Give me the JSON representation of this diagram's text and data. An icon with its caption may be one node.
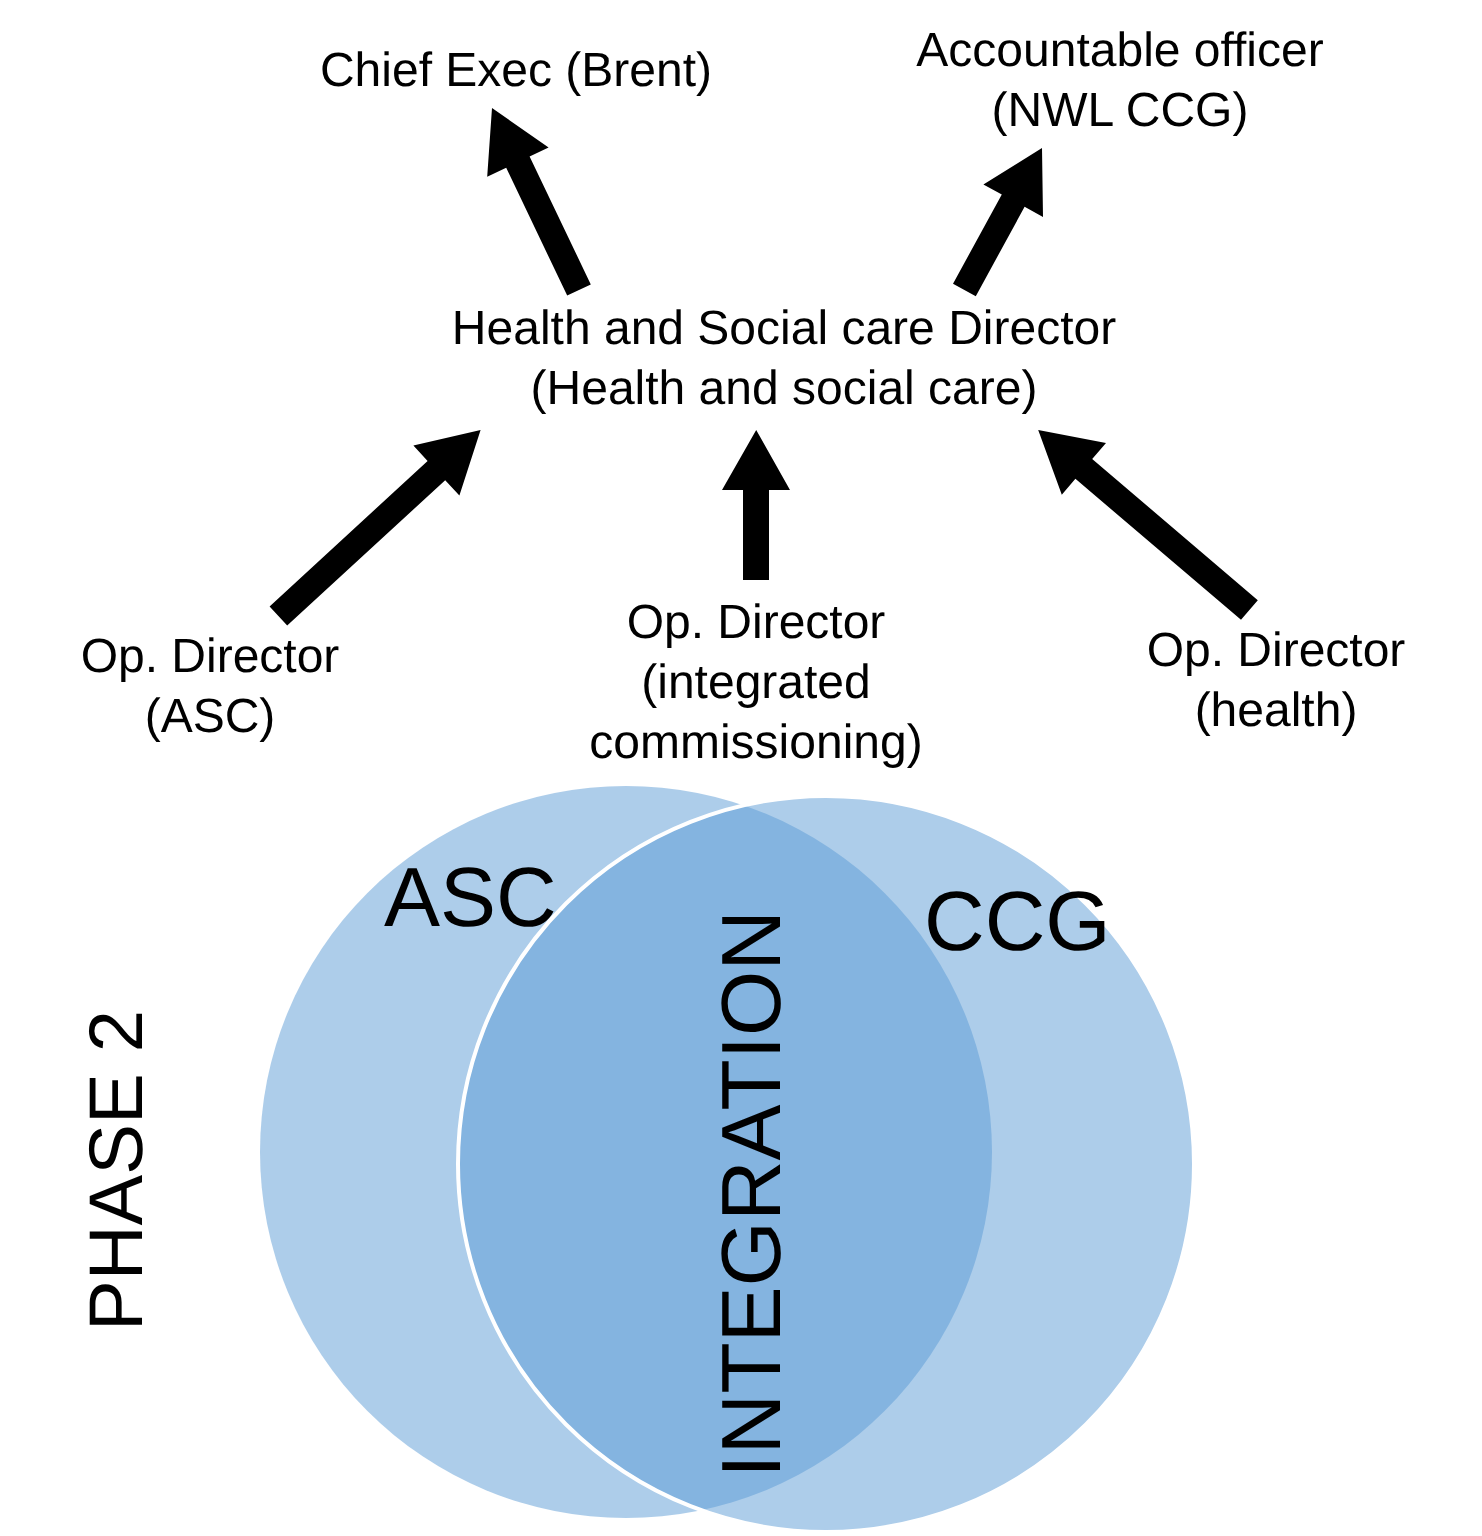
{
  "diagram": {
    "nodes": [
      {
        "text": [
          "Chief Exec (Brent)"
        ]
      },
      {
        "text": [
          "Accountable officer (NWL CCG)"
        ]
      },
      {
        "text": [
          "Health and Social care Director (Health and social care)"
        ]
      },
      {
        "text": [
          "Op. Director (ASC)"
        ]
      },
      {
        "text": [
          "Op. Director (integrated commissioning)"
        ]
      },
      {
        "text": [
          "Op. Director (health)"
        ]
      },
      {
        "text": [
          "ASC"
        ]
      },
      {
        "text": [
          "CCG"
        ]
      }
    ],
    "edges": [
      {
        "from": 2,
        "to": 0,
        "arrow": "to",
        "style": "thick"
      },
      {
        "from": 2,
        "to": 1,
        "arrow": "to",
        "style": "thick"
      },
      {
        "from": 3,
        "to": 2,
        "arrow": "to",
        "style": "thick"
      },
      {
        "from": 4,
        "to": 2,
        "arrow": "to",
        "style": "thick"
      },
      {
        "from": 5,
        "to": 2,
        "arrow": "to",
        "style": "thick"
      }
    ],
    "labels": [
      "PHASE 2",
      "INTEGRATION"
    ]
  }
}
